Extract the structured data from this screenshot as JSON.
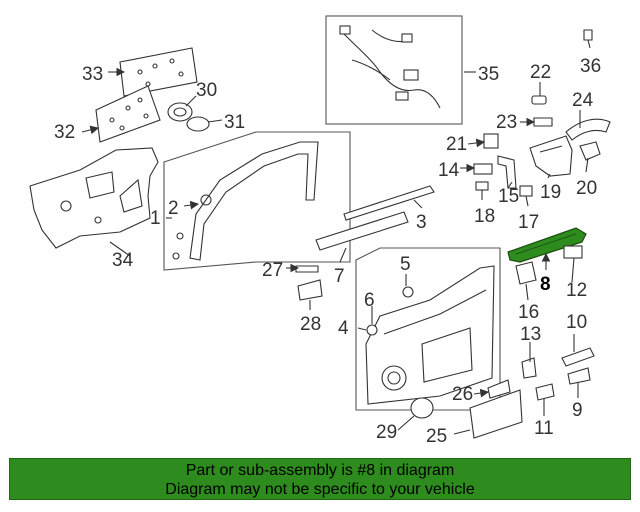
{
  "diagram": {
    "callouts": [
      "1",
      "2",
      "3",
      "4",
      "5",
      "6",
      "7",
      "8",
      "9",
      "10",
      "11",
      "12",
      "13",
      "14",
      "15",
      "16",
      "17",
      "18",
      "19",
      "20",
      "21",
      "22",
      "23",
      "24",
      "25",
      "26",
      "27",
      "28",
      "29",
      "30",
      "31",
      "32",
      "33",
      "34",
      "35",
      "36"
    ],
    "highlight_color": "#2e8b1e",
    "highlighted_part": "8"
  },
  "banner": {
    "line1": "Part or sub-assembly is #8 in diagram",
    "line2": "Diagram may not be specific to your vehicle",
    "color": "#2e8b1e"
  }
}
